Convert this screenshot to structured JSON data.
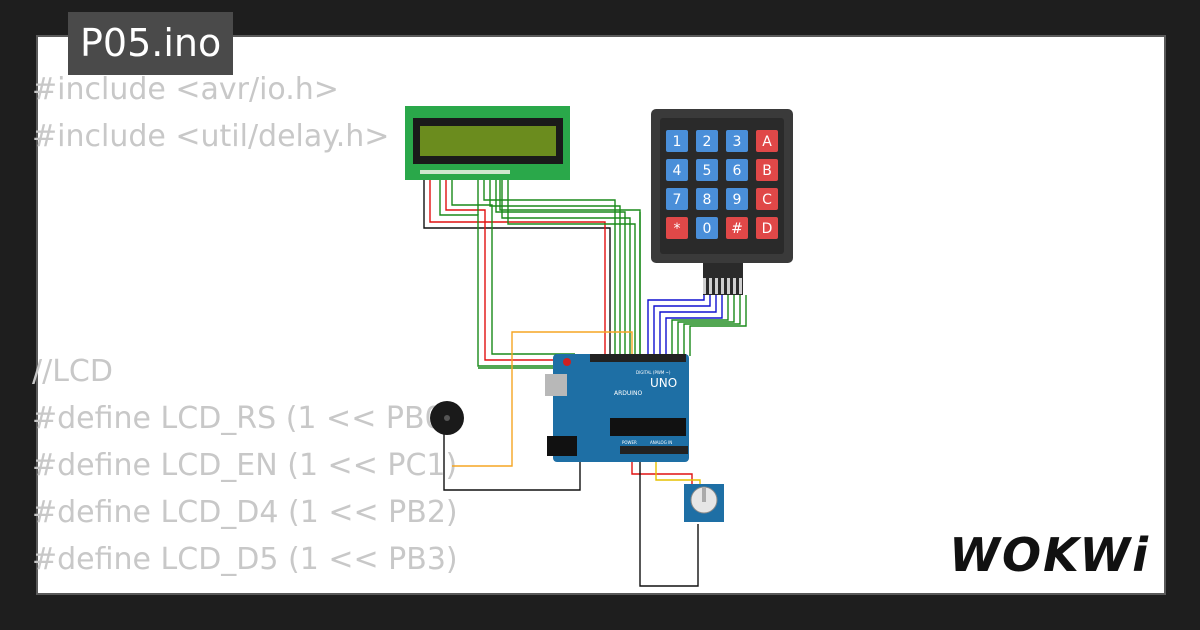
{
  "title": "P05.ino",
  "code_lines": [
    "#include <avr/io.h>",
    "#include <util/delay.h>",
    "",
    "",
    "",
    "",
    "//LCD",
    "#define LCD_RS (1 << PB0)",
    "#define LCD_EN (1 << PC1)",
    "#define LCD_D4 (1 << PB2)",
    "#define LCD_D5 (1 << PB3)"
  ],
  "logo": "WOKWi",
  "keypad": {
    "keys": [
      "1",
      "2",
      "3",
      "A",
      "4",
      "5",
      "6",
      "B",
      "7",
      "8",
      "9",
      "C",
      "*",
      "0",
      "#",
      "D"
    ]
  },
  "arduino": {
    "model": "UNO",
    "brand": "ARDUINO",
    "digital_label": "DIGITAL (PWM ~)",
    "power_label": "POWER",
    "analog_label": "ANALOG IN"
  },
  "colors": {
    "background": "#1e1e1e",
    "card": "#ffffff",
    "title_tab": "#4a4a4a",
    "code_text": "#c8c8c8",
    "board_blue": "#1e6fa5",
    "lcd_green": "#2aa84a",
    "lcd_screen": "#6b8c1e",
    "keypad_body": "#3a3a3a",
    "key_blue": "#4a8fd9",
    "key_red": "#e04848"
  }
}
